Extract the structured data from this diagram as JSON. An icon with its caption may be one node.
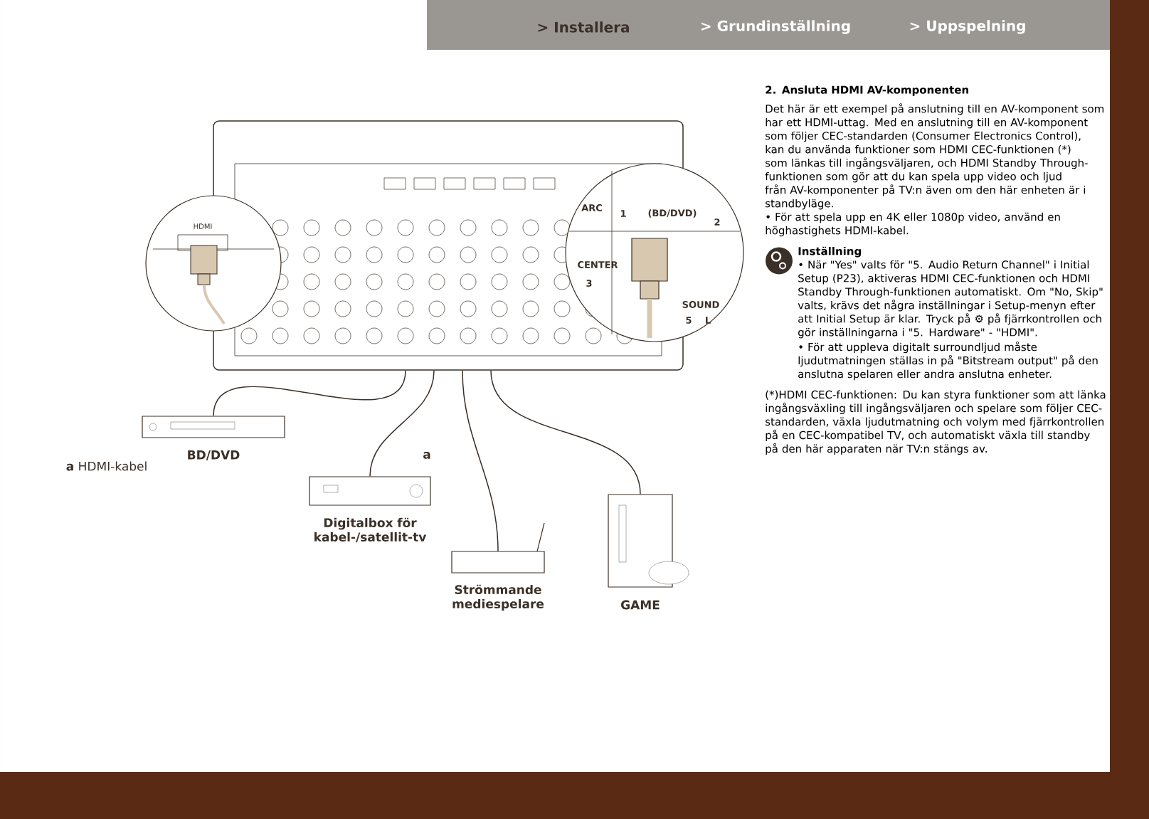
{
  "diagram": {
    "nodes": [
      {
        "text": [],
        "shape": "picture"
      },
      {
        "text": [
          "BD/DVD"
        ]
      },
      {
        "text": [
          "Digitalbox för kabel-/satellit-tv"
        ]
      },
      {
        "text": [
          "Strömmande mediespelare"
        ]
      },
      {
        "text": [
          "GAME"
        ]
      }
    ],
    "edges": [
      {
        "from": 1,
        "to": 0,
        "arrow": "none"
      },
      {
        "from": 2,
        "to": 0,
        "arrow": "none"
      },
      {
        "from": 3,
        "to": 0,
        "arrow": "none"
      },
      {
        "from": 4,
        "to": 0,
        "arrow": "none"
      }
    ],
    "labels": [
      "> Installera",
      "> Grundinställning",
      "> Uppspelning",
      "HDMI",
      "ARC",
      "1",
      "(BD/DVD)",
      "2",
      "CENTER",
      "3",
      "SOUND",
      "5",
      "L",
      "a",
      "**a** HDMI-kabel",
      "2. Ansluta HDMI AV-komponenten",
      "Det här är ett exempel på anslutning till en AV-komponent som har ett HDMI-uttag. Med en anslutning till en AV-komponent som följer CEC-standarden (Consumer Electronics Control), kan du använda funktioner som HDMI CEC-funktionen (*) som länkas till ingångsväljaren, och HDMI Standby Through-funktionen som gör att du kan spela upp video och ljud från AV-komponenter på TV:n även om den här enheten är i standbyläge.",
      "• För att spela upp en 4K eller 1080p video, använd en höghastighets HDMI-kabel.",
      "Inställning",
      "• När \"Yes\" valts för \"5. Audio Return Channel\" i Initial Setup (P23), aktiveras HDMI CEC-funktionen och HDMI Standby Through-funktionen automatiskt. Om \"No, Skip\" valts, krävs det några inställningar i Setup-menyn efter att Initial Setup är klar. Tryck på ⚙ på fjärrkontrollen och gör inställningarna i \"5. Hardware\" - \"HDMI\".",
      "• För att uppleva digitalt surroundljud måste ljudutmatningen ställas in på \"Bitstream output\" på den anslutna spelaren eller andra anslutna enheter.",
      "(*)HDMI CEC-funktionen: Du kan styra funktioner som att länka ingångsväxling till ingångsväljaren och spelare som följer CEC-standarden, växla ljudutmatning och volym med fjärrkontrollen på en CEC-kompatibel TV, och automatiskt växla till standby på den här apparaten när TV:n stängs av."
    ]
  }
}
